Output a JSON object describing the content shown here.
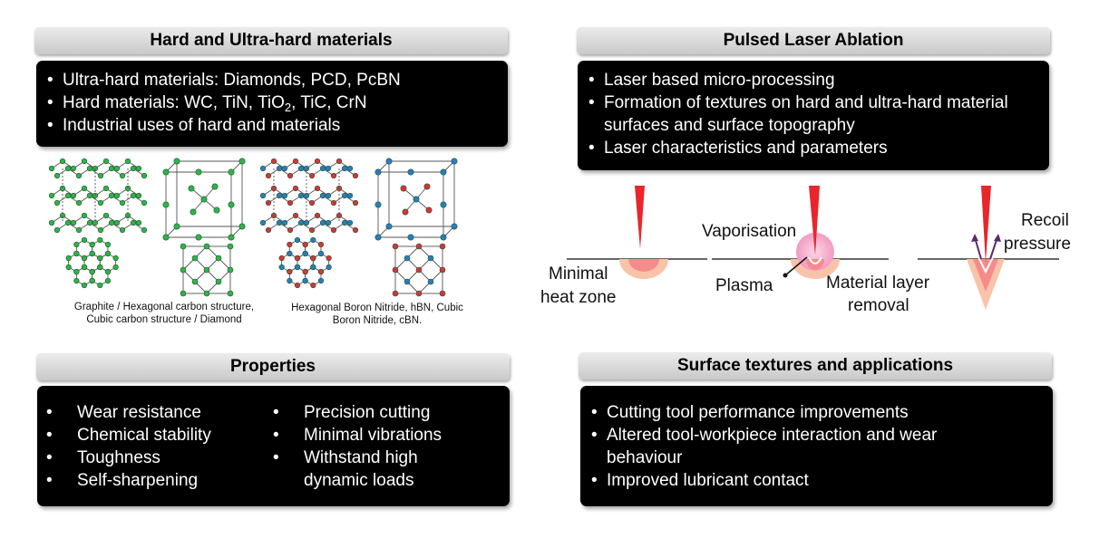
{
  "hard_materials": {
    "title": "Hard and Ultra-hard materials",
    "items": [
      "Ultra-hard materials: Diamonds, PCD, PcBN",
      "Hard materials: WC, TiN, TiO",
      "Industrial uses of hard and materials"
    ],
    "tio_subscript": "2",
    "items_rest": ", TiC, CrN"
  },
  "laser_ablation": {
    "title": "Pulsed Laser Ablation",
    "items": [
      "Laser based micro-processing",
      "Formation of textures on hard and ultra-hard material surfaces and surface topography",
      "Laser characteristics and parameters"
    ]
  },
  "properties": {
    "title": "Properties",
    "left": [
      "Wear resistance",
      "Chemical stability",
      "Toughness",
      "Self-sharpening"
    ],
    "right": [
      "Precision cutting",
      "Minimal vibrations",
      "Withstand high dynamic loads"
    ]
  },
  "surface_textures": {
    "title": "Surface textures and applications",
    "items": [
      "Cutting tool performance improvements",
      "Altered tool-workpiece interaction and wear behaviour",
      "Improved lubricant contact"
    ]
  },
  "crystal_figure": {
    "caption_carbon_1": "Graphite / Hexagonal carbon structure,",
    "caption_carbon_2": "Cubic carbon structure / Diamond",
    "caption_bn_1": "Hexagonal Boron Nitride, hBN, Cubic",
    "caption_bn_2": "Boron Nitride, cBN.",
    "colors": {
      "carbon": "#2fb34a",
      "boron": "#d9323a",
      "nitrogen": "#2b7bc4"
    }
  },
  "laser_figure": {
    "labels": {
      "minimal_1": "Minimal",
      "minimal_2": "heat zone",
      "vaporisation": "Vaporisation",
      "plasma": "Plasma",
      "material_1": "Material layer",
      "material_2": "removal",
      "recoil_1": "Recoil",
      "recoil_2": "pressure"
    },
    "colors": {
      "beam": "#e8262b",
      "heat": "#f58b8b",
      "glow": "#f7b8d4"
    }
  }
}
